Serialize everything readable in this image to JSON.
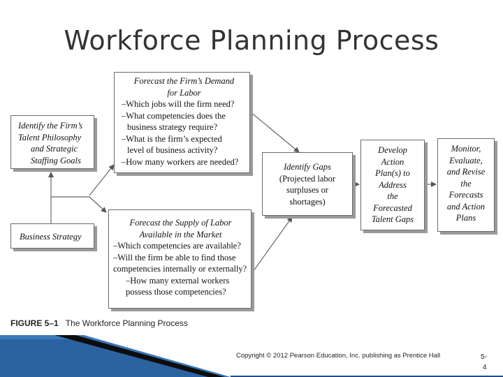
{
  "title": "Workforce Planning Process",
  "boxes": {
    "talent": [
      "Identify the Firm’s",
      "Talent Philosophy",
      "and Strategic",
      "Staffing Goals"
    ],
    "strategy": "Business Strategy",
    "demand": {
      "head": [
        "Forecast the Firm’s Demand",
        "for Labor"
      ],
      "items": [
        "–Which jobs will the firm need?",
        "–What competencies does the",
        "business strategy require?",
        "–What is the firm’s expected",
        "level of business activity?",
        "–How many workers are needed?"
      ]
    },
    "supply": {
      "head": [
        "Forecast the Supply of Labor",
        "Available in the Market"
      ],
      "items": [
        "–Which competencies are available?",
        "–Will the firm be able to find those",
        "competencies internally or externally?",
        "–How many external workers",
        "possess those competencies?"
      ]
    },
    "gaps": {
      "head": "Identify Gaps",
      "items": [
        "(Projected labor",
        "surpluses or",
        "shortages)"
      ]
    },
    "develop": [
      "Develop",
      "Action",
      "Plan(s) to",
      "Address",
      "the",
      "Forecasted",
      "Talent Gaps"
    ],
    "monitor": [
      "Monitor,",
      "Evaluate,",
      "and Revise",
      "the",
      "Forecasts",
      "and Action",
      "Plans"
    ]
  },
  "figure": {
    "number": "FIGURE 5–1",
    "caption": "The Workforce Planning Process"
  },
  "footer": {
    "copyright": "Copyright © 2012 Pearson Education, Inc. publishing as Prentice Hall",
    "slide_number_top": "5-",
    "slide_number_bottom": "4"
  }
}
